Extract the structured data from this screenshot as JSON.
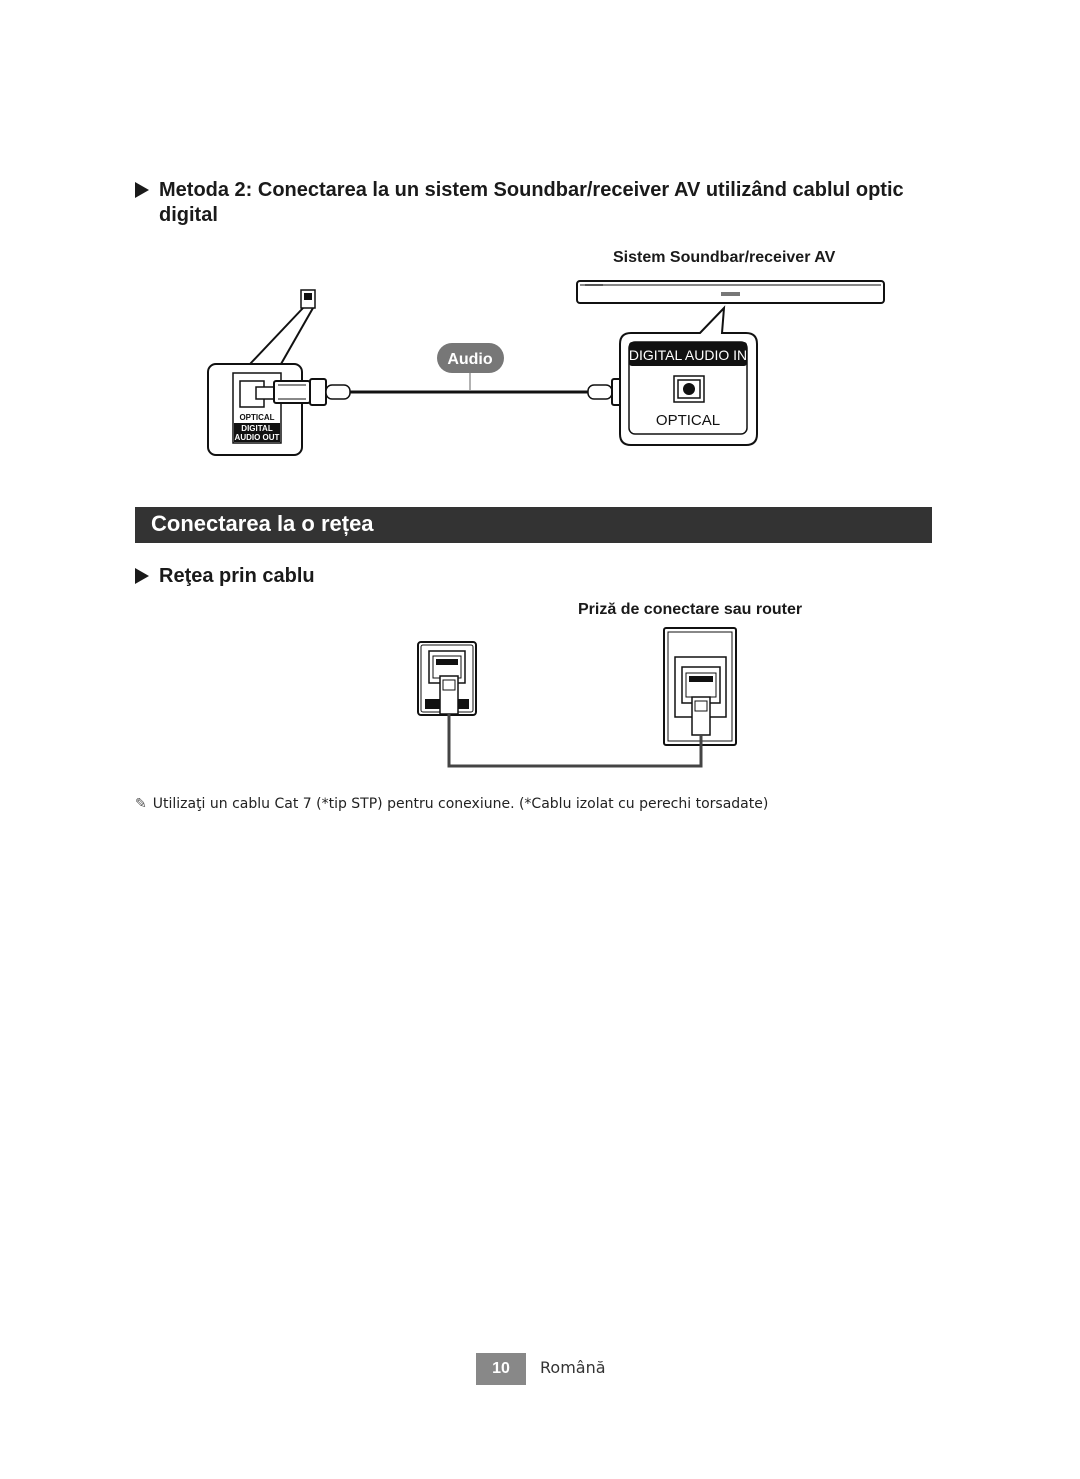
{
  "method2": {
    "heading": "Metoda 2: Conectarea la un sistem Soundbar/receiver AV utilizând cablul optic digital"
  },
  "optical_diagram": {
    "device_label": "Sistem Soundbar/receiver AV",
    "cable_label": "Audio",
    "tv_port_labels": [
      "OPTICAL",
      "DIGITAL",
      "AUDIO OUT"
    ],
    "soundbar_port_header": "DIGITAL AUDIO IN",
    "soundbar_port_label": "OPTICAL"
  },
  "network_section": {
    "title": "Conectarea la o rețea",
    "sub_heading": "Reţea prin cablu",
    "device_label": "Priză de conectare sau router",
    "note": "Utilizaţi un cablu Cat 7 (*tip STP) pentru conexiune. (*Cablu izolat cu perechi torsadate)"
  },
  "footer": {
    "page_number": "10",
    "language": "Română"
  },
  "icons": [
    "triangle-bullet-icon",
    "pencil-note-icon"
  ],
  "colors": {
    "section_bar": "#333333",
    "audio_badge": "#777777",
    "page_box": "#888888"
  }
}
